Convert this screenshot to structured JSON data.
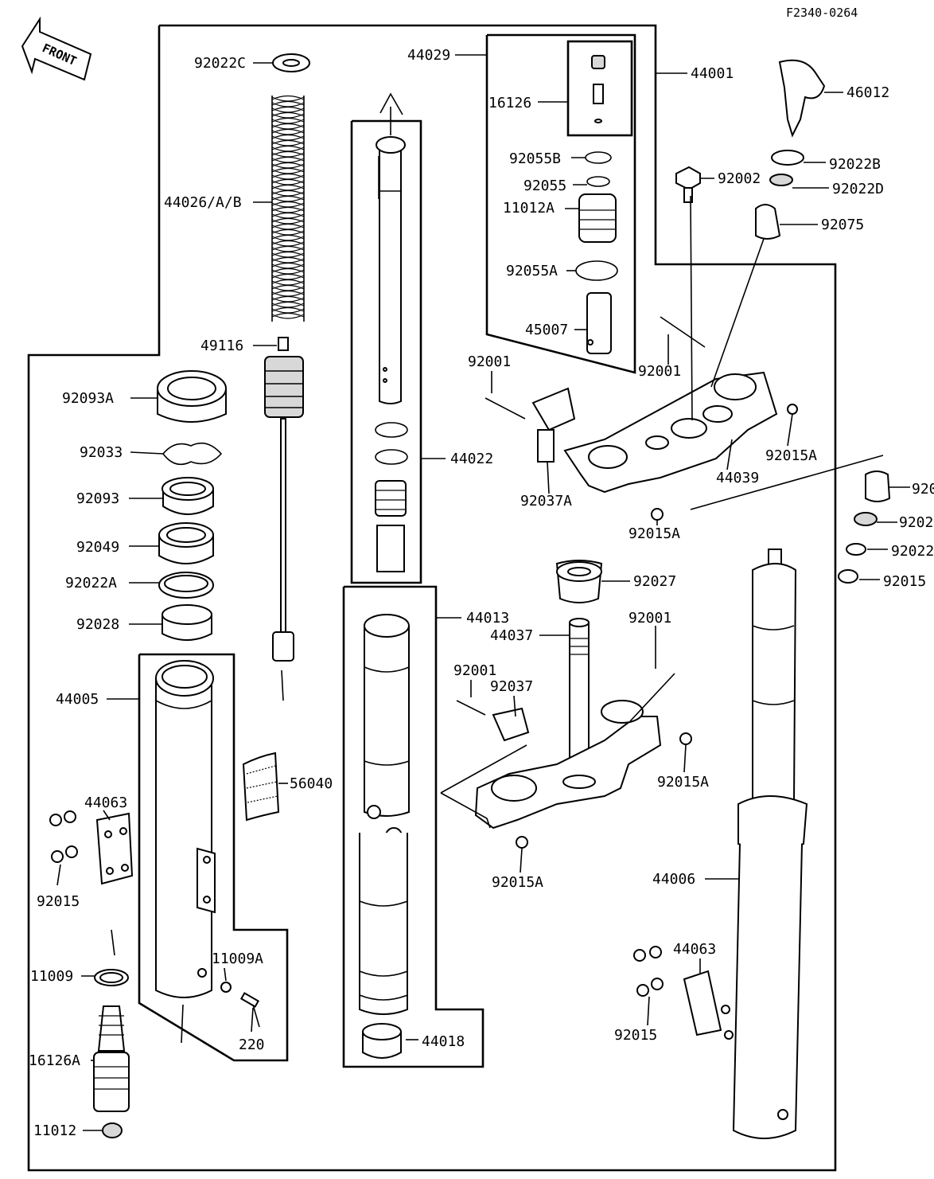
{
  "header": {
    "drawing_code": "F2340-0264",
    "front_label": "FRONT"
  },
  "parts": [
    {
      "id": "p1",
      "number": "92022C"
    },
    {
      "id": "p2",
      "number": "44026/A/B"
    },
    {
      "id": "p3",
      "number": "49116"
    },
    {
      "id": "p4",
      "number": "92093A"
    },
    {
      "id": "p5",
      "number": "92033"
    },
    {
      "id": "p6",
      "number": "92093"
    },
    {
      "id": "p7",
      "number": "92049"
    },
    {
      "id": "p8",
      "number": "92022A"
    },
    {
      "id": "p9",
      "number": "92028"
    },
    {
      "id": "p10",
      "number": "44005"
    },
    {
      "id": "p11",
      "number": "44063"
    },
    {
      "id": "p12",
      "number": "92015"
    },
    {
      "id": "p13",
      "number": "11009"
    },
    {
      "id": "p14",
      "number": "11009A"
    },
    {
      "id": "p15",
      "number": "220"
    },
    {
      "id": "p16",
      "number": "16126A"
    },
    {
      "id": "p17",
      "number": "11012"
    },
    {
      "id": "p18",
      "number": "56040"
    },
    {
      "id": "p19",
      "number": "44022"
    },
    {
      "id": "p20",
      "number": "44013"
    },
    {
      "id": "p21",
      "number": "44018"
    },
    {
      "id": "p22",
      "number": "44029"
    },
    {
      "id": "p23",
      "number": "16126"
    },
    {
      "id": "p24",
      "number": "92055B"
    },
    {
      "id": "p25",
      "number": "92055"
    },
    {
      "id": "p26",
      "number": "11012A"
    },
    {
      "id": "p27",
      "number": "92055A"
    },
    {
      "id": "p28",
      "number": "45007"
    },
    {
      "id": "p29",
      "number": "44001"
    },
    {
      "id": "p30",
      "number": "46012"
    },
    {
      "id": "p31",
      "number": "92022B"
    },
    {
      "id": "p32",
      "number": "92002"
    },
    {
      "id": "p33",
      "number": "92022D"
    },
    {
      "id": "p34",
      "number": "92075"
    },
    {
      "id": "p35",
      "number": "92001"
    },
    {
      "id": "p36",
      "number": "92001"
    },
    {
      "id": "p37",
      "number": "92015A"
    },
    {
      "id": "p38",
      "number": "44039"
    },
    {
      "id": "p39",
      "number": "92037A"
    },
    {
      "id": "p40",
      "number": "92015A"
    },
    {
      "id": "p41",
      "number": "92027"
    },
    {
      "id": "p42",
      "number": "44037"
    },
    {
      "id": "p43",
      "number": "92001"
    },
    {
      "id": "p44",
      "number": "92001"
    },
    {
      "id": "p45",
      "number": "92037"
    },
    {
      "id": "p46",
      "number": "92015A"
    },
    {
      "id": "p47",
      "number": "92015A"
    },
    {
      "id": "p48",
      "number": "44006"
    },
    {
      "id": "p49",
      "number": "44063"
    },
    {
      "id": "p50",
      "number": "92015"
    },
    {
      "id": "p51",
      "number": "920"
    },
    {
      "id": "p52",
      "number": "9202"
    },
    {
      "id": "p53",
      "number": "92022"
    },
    {
      "id": "p54",
      "number": "92015"
    }
  ]
}
